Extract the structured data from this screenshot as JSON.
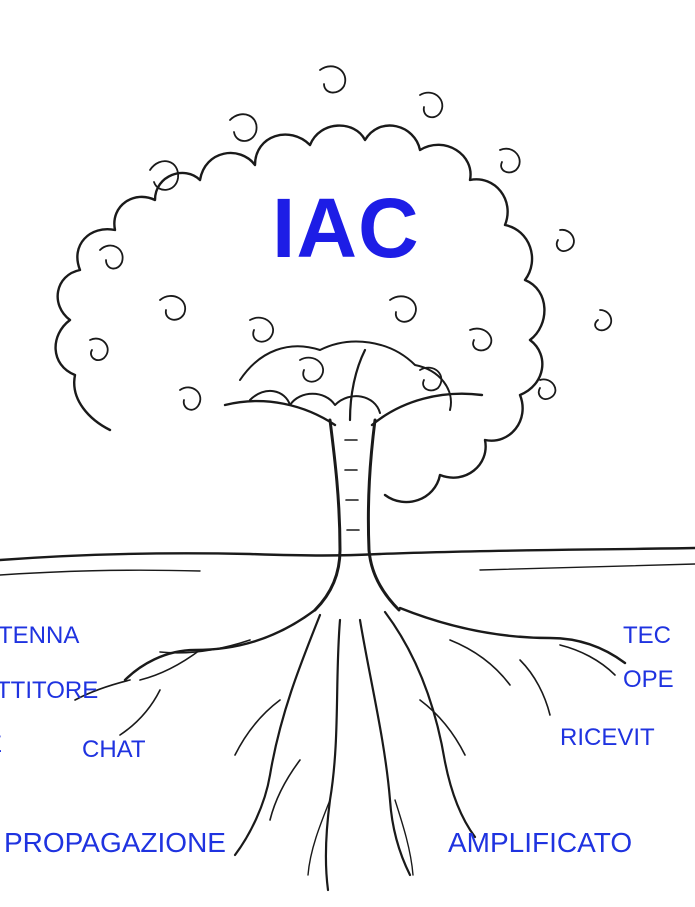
{
  "title": "IAC",
  "colors": {
    "title": "#1d1de6",
    "labels": "#1f33e0",
    "ink": "#1a1a1a"
  },
  "labels": {
    "antenna": "TENNA",
    "trasmettitore": "TTITORE",
    "e": "E",
    "chat": "CHAT",
    "propagazione": "PROPAGAZIONE",
    "tecniche": "TEC",
    "operative": "OPE",
    "ricevitore": "RICEVIT",
    "amplificatore": "AMPLIFICATO"
  }
}
